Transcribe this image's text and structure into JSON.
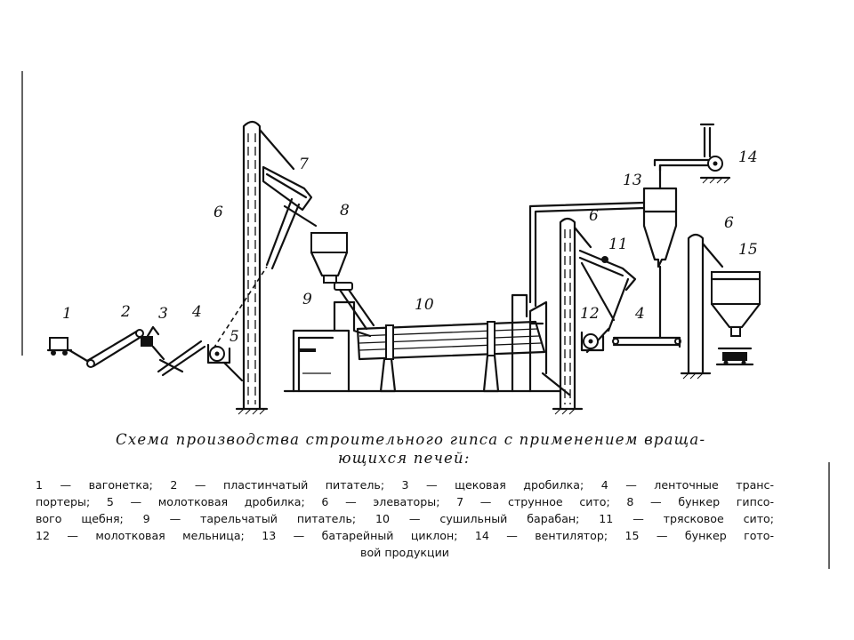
{
  "caption": {
    "title_line1": "Схема производства строительного гипса с применением  враща-",
    "title_line2": "ющихся печей:"
  },
  "legend_lines": [
    "1 — вагонетка;  2 — пластинчатый питатель;  3 — щековая дробилка;   4 — ленточные транс-",
    "портеры;  5 — молотковая дробилка;  6 — элеваторы;  7 — струнное сито;  8 — бункер гипсо-",
    "вого щебня;  9 — тарельчатый  питатель;  10 — сушильный  барабан;   11 — трясковое сито;",
    "12 — молотковая мельница;  13 — батарейный циклон;  14 — вентилятор;  15 — бункер гото-",
    "вой продукции"
  ],
  "labels": {
    "n1": "1",
    "n2": "2",
    "n3": "3",
    "n4a": "4",
    "n5": "5",
    "n6a": "6",
    "n7": "7",
    "n8": "8",
    "n9": "9",
    "n10": "10",
    "n6b": "6",
    "n11": "11",
    "n12": "12",
    "n4b": "4",
    "n13": "13",
    "n14": "14",
    "n6c": "6",
    "n15": "15"
  },
  "colors": {
    "ink": "#111111",
    "paper": "#ffffff"
  }
}
